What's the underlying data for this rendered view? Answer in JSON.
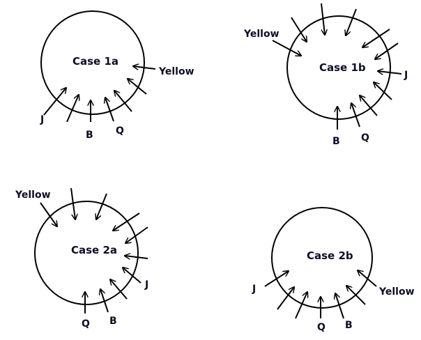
{
  "cases": [
    {
      "title": "Case 1a",
      "labels": {
        "yellow": "Yellow",
        "j": "J",
        "b": "B",
        "q": "Q"
      }
    },
    {
      "title": "Case 1b",
      "labels": {
        "yellow": "Yellow",
        "j": "J",
        "b": "B",
        "q": "Q"
      }
    },
    {
      "title": "Case 2a",
      "labels": {
        "yellow": "Yellow",
        "j": "J",
        "b": "B",
        "q": "Q"
      }
    },
    {
      "title": "Case 2b",
      "labels": {
        "yellow": "Yellow",
        "j": "J",
        "b": "B",
        "q": "Q"
      }
    }
  ],
  "colors": {
    "stroke": "#000000",
    "text": "#0d0d26"
  }
}
